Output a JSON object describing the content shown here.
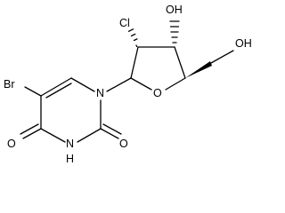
{
  "structure": {
    "atom_labels": {
      "br": "Br",
      "n1": "N",
      "n3": "N",
      "h3": "H",
      "o4": "O",
      "o2": "O",
      "cl": "Cl",
      "o_ring": "O",
      "oh3": "OH",
      "oh5": "OH"
    },
    "colors": {
      "ink": "#000000",
      "background": "#ffffff"
    }
  }
}
